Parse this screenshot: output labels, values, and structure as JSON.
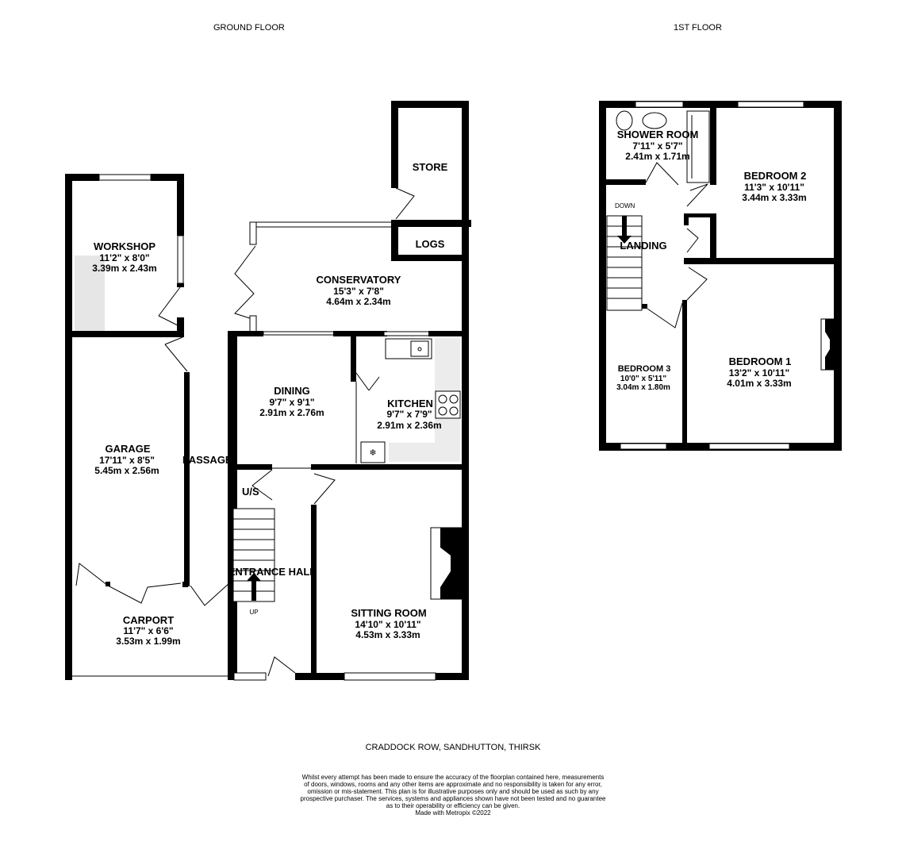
{
  "titles": {
    "ground_floor": "GROUND FLOOR",
    "first_floor": "1ST FLOOR"
  },
  "rooms": {
    "workshop": {
      "name": "WORKSHOP",
      "imperial": "11'2\"  x 8'0\"",
      "metric": "3.39m  x 2.43m"
    },
    "store": {
      "name": "STORE"
    },
    "logs": {
      "name": "LOGS"
    },
    "conservatory": {
      "name": "CONSERVATORY",
      "imperial": "15'3\"  x 7'8\"",
      "metric": "4.64m  x 2.34m"
    },
    "dining": {
      "name": "DINING",
      "imperial": "9'7\"  x 9'1\"",
      "metric": "2.91m  x 2.76m"
    },
    "kitchen": {
      "name": "KITCHEN",
      "imperial": "9'7\"  x 7'9\"",
      "metric": "2.91m  x 2.36m"
    },
    "garage": {
      "name": "GARAGE",
      "imperial": "17'11\"  x 8'5\"",
      "metric": "5.45m  x 2.56m"
    },
    "passage": {
      "name": "PASSAGE"
    },
    "us": {
      "name": "U/S"
    },
    "entrance_hall": {
      "name": "ENTRANCE HALL"
    },
    "up": {
      "name": "UP"
    },
    "carport": {
      "name": "CARPORT",
      "imperial": "11'7\"  x 6'6\"",
      "metric": "3.53m  x 1.99m"
    },
    "sitting_room": {
      "name": "SITTING ROOM",
      "imperial": "14'10\"  x 10'11\"",
      "metric": "4.53m  x 3.33m"
    },
    "shower_room": {
      "name": "SHOWER ROOM",
      "imperial": "7'11\"  x 5'7\"",
      "metric": "2.41m  x 1.71m"
    },
    "bedroom2": {
      "name": "BEDROOM 2",
      "imperial": "11'3\"  x 10'11\"",
      "metric": "3.44m  x 3.33m"
    },
    "down": {
      "name": "DOWN"
    },
    "landing": {
      "name": "LANDING"
    },
    "bedroom3": {
      "name": "BEDROOM 3",
      "imperial": "10'0\"  x 5'11\"",
      "metric": "3.04m  x 1.80m"
    },
    "bedroom1": {
      "name": "BEDROOM 1",
      "imperial": "13'2\"  x 10'11\"",
      "metric": "4.01m  x 3.33m"
    }
  },
  "address": "CRADDOCK ROW, SANDHUTTON, THIRSK",
  "disclaimer": [
    "Whilst every attempt has been made to ensure the accuracy of the floorplan contained here, measurements",
    "of doors, windows, rooms and any other items are approximate and no responsibility is taken for any error,",
    "omission or mis-statement. This plan is for illustrative purposes only and should be used as such by any",
    "prospective purchaser. The services, systems and appliances shown have not been tested and no guarantee",
    "as to their operability or efficiency can be given.",
    "Made with Metropix ©2022"
  ]
}
